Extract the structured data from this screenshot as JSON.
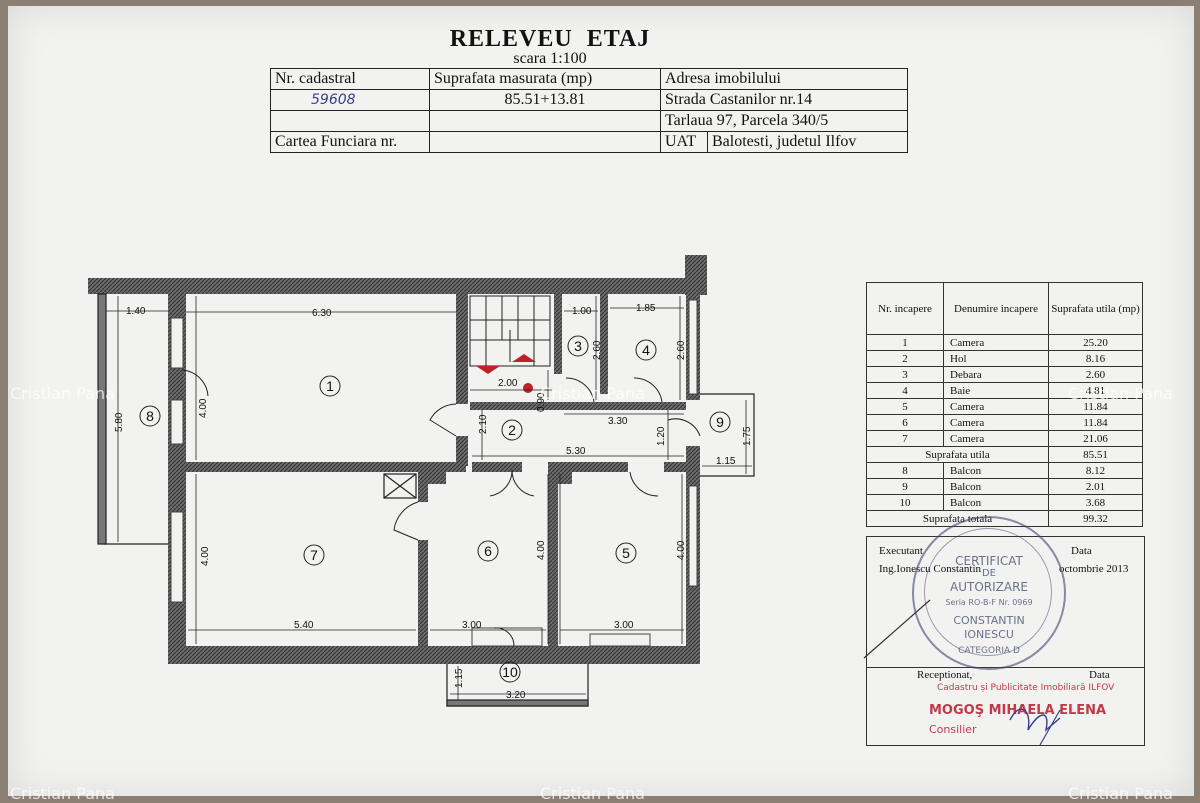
{
  "title": "RELEVEU  ETAJ",
  "scale": "scara 1:100",
  "info": {
    "h_cadastral": "Nr. cadastral",
    "h_surface": "Suprafata masurata (mp)",
    "h_address": "Adresa imobilului",
    "cadastral_value": "59608",
    "surface_value": "85.51+13.81",
    "address_1": "Strada Castanilor nr.14",
    "address_2": "Tarlaua 97, Parcela 340/5",
    "carte_label": "Cartea Funciara nr.",
    "uat_label": "UAT",
    "uat_value": "Balotesti, judetul Ilfov"
  },
  "rooms_table": {
    "h_nr": "Nr. incapere",
    "h_name": "Denumire incapere",
    "h_area": "Suprafata utila (mp)",
    "rows": [
      {
        "nr": "1",
        "name": "Camera",
        "area": "25.20"
      },
      {
        "nr": "2",
        "name": "Hol",
        "area": "8.16"
      },
      {
        "nr": "3",
        "name": "Debara",
        "area": "2.60"
      },
      {
        "nr": "4",
        "name": "Baie",
        "area": "4.81"
      },
      {
        "nr": "5",
        "name": "Camera",
        "area": "11.84"
      },
      {
        "nr": "6",
        "name": "Camera",
        "area": "11.84"
      },
      {
        "nr": "7",
        "name": "Camera",
        "area": "21.06"
      }
    ],
    "util_label": "Suprafata utila",
    "util_value": "85.51",
    "balcony_rows": [
      {
        "nr": "8",
        "name": "Balcon",
        "area": "8.12"
      },
      {
        "nr": "9",
        "name": "Balcon",
        "area": "2.01"
      },
      {
        "nr": "10",
        "name": "Balcon",
        "area": "3.68"
      }
    ],
    "total_label": "Suprafata totala",
    "total_value": "99.32"
  },
  "executant": {
    "label": "Executant",
    "name": "Ing.Ionescu Constantin",
    "date_label": "Data",
    "date_value": "octombrie 2013"
  },
  "stamp": {
    "line1": "CERTIFICAT",
    "line2": "DE",
    "line3": "AUTORIZARE",
    "line4": "Seria RO-B-F Nr. 0969",
    "line5": "CONSTANTIN",
    "line6": "IONESCU",
    "line7": "CATEGORIA D"
  },
  "reception": {
    "label": "Receptionat,",
    "date_label": "Data",
    "office": "Cadastru și Publicitate Imobiliară ILFOV",
    "name": "MOGOŞ MIHAELA ELENA",
    "role": "Consilier"
  },
  "plan": {
    "dims": {
      "d140": "1.40",
      "d630": "6.30",
      "d100": "1.00",
      "d185": "1.85",
      "d260a": "2.60",
      "d260b": "2.60",
      "d580": "5.80",
      "d400a": "4.00",
      "d200": "2.00",
      "d090": "0.90",
      "d210": "2.10",
      "d330": "3.30",
      "d120": "1.20",
      "d175": "1.75",
      "d530": "5.30",
      "d115a": "1.15",
      "d400b": "4.00",
      "d400c": "4.00",
      "d400d": "4.00",
      "d540": "5.40",
      "d300a": "3.00",
      "d300b": "3.00",
      "d115b": "1.15",
      "d320": "3.20"
    },
    "labels": {
      "r1": "1",
      "r2": "2",
      "r3": "3",
      "r4": "4",
      "r5": "5",
      "r6": "6",
      "r7": "7",
      "r8": "8",
      "r9": "9",
      "r10": "10"
    }
  },
  "watermark": "Cristian Pana",
  "colors": {
    "wall": "#555555",
    "ink": "#1a1a1a",
    "stamp": "#c23a48",
    "pen": "#3a3f8a"
  }
}
